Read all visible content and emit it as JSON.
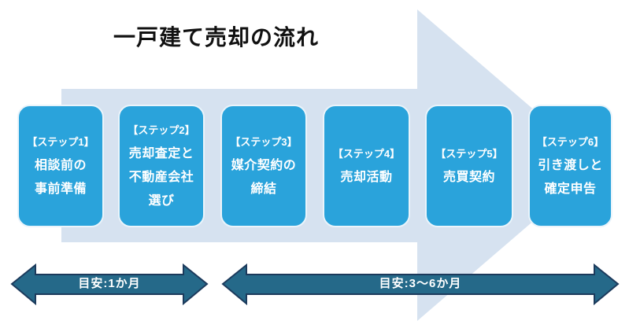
{
  "title": "一戸建て売却の流れ",
  "colors": {
    "background_arrow": "#d6e2f0",
    "box_fill": "#2aa3db",
    "box_border": "#eaf4fb",
    "timeline_fill": "#256989",
    "timeline_border": "#1c3a5c",
    "title_color": "#111111",
    "step_text": "#ffffff"
  },
  "steps": [
    {
      "label": "【ステップ1】",
      "name_lines": [
        "相談前の",
        "事前準備"
      ]
    },
    {
      "label": "【ステップ2】",
      "name_lines": [
        "売却査定と",
        "不動産会社",
        "選び"
      ]
    },
    {
      "label": "【ステップ3】",
      "name_lines": [
        "媒介契約の",
        "締結"
      ]
    },
    {
      "label": "【ステップ4】",
      "name_lines": [
        "売却活動"
      ]
    },
    {
      "label": "【ステップ5】",
      "name_lines": [
        "売買契約"
      ]
    },
    {
      "label": "【ステップ6】",
      "name_lines": [
        "引き渡しと",
        "確定申告"
      ]
    }
  ],
  "timelines": [
    {
      "label": "目安:1か月"
    },
    {
      "label": "目安:3〜6か月"
    }
  ]
}
